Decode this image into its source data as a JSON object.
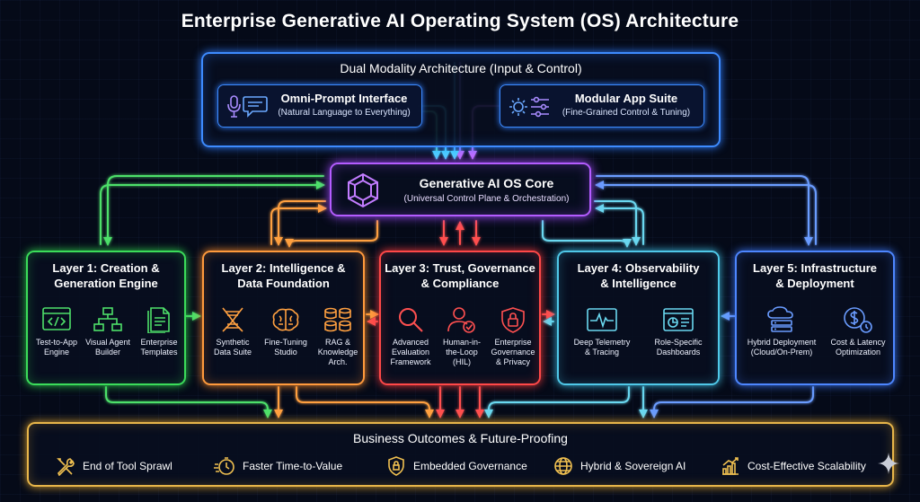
{
  "title": "Enterprise Generative AI Operating System (OS) Architecture",
  "colors": {
    "blue": "#3d8bff",
    "purple": "#b45cff",
    "green": "#3bdc5a",
    "orange": "#ff9a3c",
    "red": "#ff4848",
    "teal": "#4fc8e8",
    "indigo": "#4d86ff",
    "gold": "#e8b64a"
  },
  "dual_modality": {
    "title": "Dual Modality Architecture (Input & Control)",
    "left": {
      "title": "Omni-Prompt Interface",
      "subtitle": "(Natural Language to Everything)",
      "icons": [
        "microphone-icon",
        "chat-icon"
      ]
    },
    "right": {
      "title": "Modular App Suite",
      "subtitle": "(Fine-Grained Control & Tuning)",
      "icons": [
        "gear-icon",
        "sliders-icon"
      ]
    }
  },
  "core": {
    "title": "Generative AI OS Core",
    "subtitle": "(Universal Control Plane & Orchestration)",
    "icon": "hexagon-knot-icon"
  },
  "layers": [
    {
      "title_1": "Layer 1: Creation &",
      "title_2": "Generation Engine",
      "items": [
        {
          "l1": "Test-to-App",
          "l2": "Engine",
          "l3": "",
          "icon": "code-window-icon"
        },
        {
          "l1": "Visual Agent",
          "l2": "Builder",
          "l3": "",
          "icon": "flowchart-icon"
        },
        {
          "l1": "Enterprise",
          "l2": "Templates",
          "l3": "",
          "icon": "document-stack-icon"
        }
      ]
    },
    {
      "title_1": "Layer 2: Intelligence &",
      "title_2": "Data Foundation",
      "items": [
        {
          "l1": "Synthetic",
          "l2": "Data Suite",
          "l3": "",
          "icon": "dna-icon"
        },
        {
          "l1": "Fine-Tuning",
          "l2": "Studio",
          "l3": "",
          "icon": "brain-icon"
        },
        {
          "l1": "RAG &",
          "l2": "Knowledge",
          "l3": "Arch.",
          "icon": "database-icon"
        }
      ]
    },
    {
      "title_1": "Layer 3: Trust, Governance",
      "title_2": "& Compliance",
      "items": [
        {
          "l1": "Advanced",
          "l2": "Evaluation",
          "l3": "Framework",
          "icon": "magnifier-icon"
        },
        {
          "l1": "Human-in-",
          "l2": "the-Loop",
          "l3": "(HIL)",
          "icon": "user-check-icon"
        },
        {
          "l1": "Enterprise",
          "l2": "Governance",
          "l3": "& Privacy",
          "icon": "shield-lock-icon"
        }
      ]
    },
    {
      "title_1": "Layer 4: Observability",
      "title_2": "& Intelligence",
      "items": [
        {
          "l1": "Deep Telemetry",
          "l2": "& Tracing",
          "l3": "",
          "icon": "pulse-monitor-icon"
        },
        {
          "l1": "Role-Specific",
          "l2": "Dashboards",
          "l3": "",
          "icon": "dashboard-icon"
        }
      ]
    },
    {
      "title_1": "Layer 5: Infrastructure",
      "title_2": "& Deployment",
      "items": [
        {
          "l1": "Hybrid Deployment",
          "l2": "(Cloud/On-Prem)",
          "l3": "",
          "icon": "cloud-server-icon"
        },
        {
          "l1": "Cost & Latency",
          "l2": "Optimization",
          "l3": "",
          "icon": "dollar-timer-icon"
        }
      ]
    }
  ],
  "outcomes": {
    "title": "Business Outcomes & Future-Proofing",
    "items": [
      {
        "label": "End of Tool Sprawl",
        "icon": "tools-icon"
      },
      {
        "label": "Faster Time-to-Value",
        "icon": "stopwatch-icon"
      },
      {
        "label": "Embedded Governance",
        "icon": "lock-shield-icon"
      },
      {
        "label": "Hybrid & Sovereign AI",
        "icon": "globe-icon"
      },
      {
        "label": "Cost-Effective Scalability",
        "icon": "growth-chart-icon"
      }
    ]
  }
}
